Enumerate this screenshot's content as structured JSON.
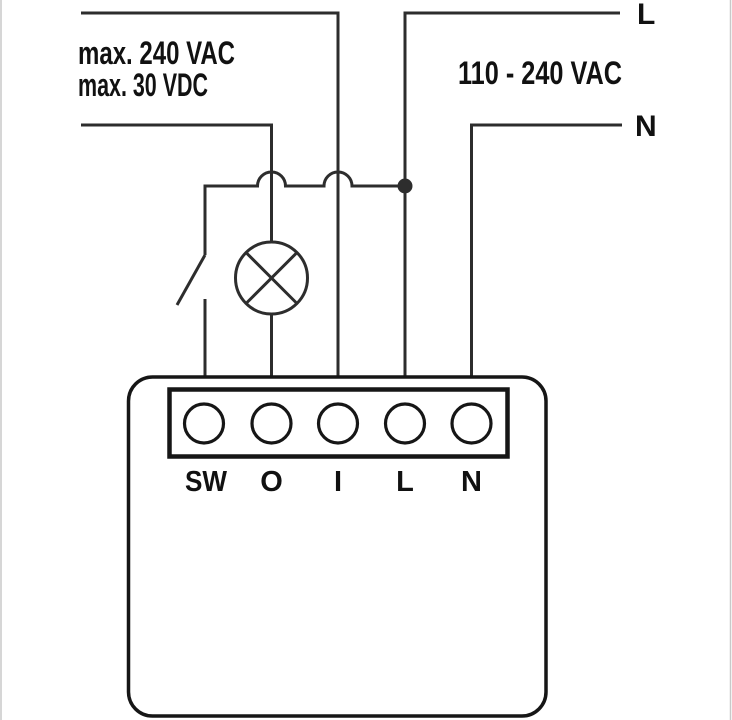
{
  "diagram": {
    "kind": "relay-module-wiring-diagram",
    "annotations": {
      "output_rating_line1": "max. 240 VAC",
      "output_rating_line2": "max. 30 VDC",
      "supply_rating": "110 - 240 VAC",
      "line_label": "L",
      "neutral_label": "N"
    },
    "terminals": [
      "SW",
      "O",
      "I",
      "L",
      "N"
    ],
    "icons": {
      "lamp": "circle-with-x-lamp-symbol",
      "switch": "open-switch-contact-symbol",
      "junction": "filled-connection-dot",
      "wire_crossing": "semicircular-hop-bridge"
    },
    "colors": {
      "background": "#ffffff",
      "wire": "#2d2d2d",
      "outline": "#161616",
      "text": "#111111",
      "frame_border": "#c9c9c9"
    }
  }
}
